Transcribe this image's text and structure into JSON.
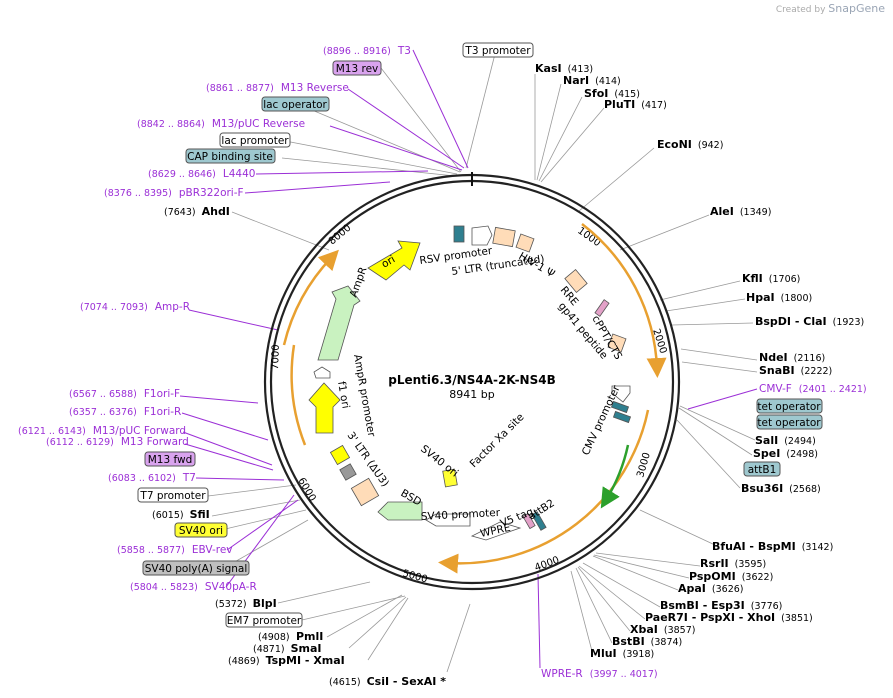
{
  "watermark": {
    "prefix": "Created by",
    "brand": "SnapGene"
  },
  "plasmid": {
    "name": "pLenti6.3/NS4A-2K-NS4B",
    "size": "8941 bp"
  },
  "colors": {
    "backbone": "#222222",
    "purple": "#9b2fd6",
    "enzyme": "#000000",
    "gray_line": "#999999",
    "promoter_fill": "#ffffff",
    "lacop_fill": "#9ec8cf",
    "m13_fill": "#d9a3ee",
    "sv40_fill": "#ffff33",
    "polya_fill": "#bfbfbf",
    "peach": "#ffdcb8",
    "ori_yellow": "#ffff00",
    "ampr_green": "#c9f2c0",
    "orange_arc": "#e8a030",
    "green_arc": "#2ca02c",
    "teal": "#2f7f8f"
  },
  "enzymes": [
    {
      "name": "KasI",
      "pos": "(413)"
    },
    {
      "name": "NarI",
      "pos": "(414)"
    },
    {
      "name": "SfoI",
      "pos": "(415)"
    },
    {
      "name": "PluTI",
      "pos": "(417)"
    },
    {
      "name": "EcoNI",
      "pos": "(942)"
    },
    {
      "name": "AleI",
      "pos": "(1349)"
    },
    {
      "name": "KflI",
      "pos": "(1706)"
    },
    {
      "name": "HpaI",
      "pos": "(1800)"
    },
    {
      "name": "BspDI - ClaI",
      "pos": "(1923)"
    },
    {
      "name": "NdeI",
      "pos": "(2116)"
    },
    {
      "name": "SnaBI",
      "pos": "(2222)"
    },
    {
      "name": "SalI",
      "pos": "(2494)"
    },
    {
      "name": "SpeI",
      "pos": "(2498)"
    },
    {
      "name": "Bsu36I",
      "pos": "(2568)"
    },
    {
      "name": "BfuAI - BspMI",
      "pos": "(3142)"
    },
    {
      "name": "RsrII",
      "pos": "(3595)"
    },
    {
      "name": "PspOMI",
      "pos": "(3622)"
    },
    {
      "name": "ApaI",
      "pos": "(3626)"
    },
    {
      "name": "BsmBI - Esp3I",
      "pos": "(3776)"
    },
    {
      "name": "PaeR7I - PspXI - XhoI",
      "pos": "(3851)"
    },
    {
      "name": "XbaI",
      "pos": "(3857)"
    },
    {
      "name": "BstBI",
      "pos": "(3874)"
    },
    {
      "name": "MluI",
      "pos": "(3918)"
    },
    {
      "name": "CsiI - SexAI *",
      "pos": "(4615)"
    },
    {
      "name": "TspMI - XmaI",
      "pos": "(4869)"
    },
    {
      "name": "SmaI",
      "pos": "(4871)"
    },
    {
      "name": "PmlI",
      "pos": "(4908)"
    },
    {
      "name": "BlpI",
      "pos": "(5372)"
    },
    {
      "name": "SfiI",
      "pos": "(6015)"
    },
    {
      "name": "AhdI",
      "pos": "(7643)"
    }
  ],
  "primers": [
    {
      "name": "T3",
      "range": "(8896 .. 8916)"
    },
    {
      "name": "M13 Reverse",
      "range": "(8861 .. 8877)"
    },
    {
      "name": "M13/pUC Reverse",
      "range": "(8842 .. 8864)"
    },
    {
      "name": "L4440",
      "range": "(8629 .. 8646)"
    },
    {
      "name": "pBR322ori-F",
      "range": "(8376 .. 8395)"
    },
    {
      "name": "Amp-R",
      "range": "(7074 .. 7093)"
    },
    {
      "name": "F1ori-F",
      "range": "(6567 .. 6588)"
    },
    {
      "name": "F1ori-R",
      "range": "(6357 .. 6376)"
    },
    {
      "name": "M13/pUC Forward",
      "range": "(6121 .. 6143)"
    },
    {
      "name": "M13 Forward",
      "range": "(6112 .. 6129)"
    },
    {
      "name": "T7",
      "range": "(6083 .. 6102)"
    },
    {
      "name": "EBV-rev",
      "range": "(5858 .. 5877)"
    },
    {
      "name": "SV40pA-R",
      "range": "(5804 .. 5823)"
    },
    {
      "name": "CMV-F",
      "range": "(2401 .. 2421)"
    },
    {
      "name": "WPRE-R",
      "range": "(3997 .. 4017)"
    }
  ],
  "boxed_features": [
    {
      "name": "T3 promoter"
    },
    {
      "name": "M13 rev"
    },
    {
      "name": "lac operator"
    },
    {
      "name": "lac promoter"
    },
    {
      "name": "CAP binding site"
    },
    {
      "name": "tet operator"
    },
    {
      "name": "tet operator"
    },
    {
      "name": "attB1"
    },
    {
      "name": "M13 fwd"
    },
    {
      "name": "T7 promoter"
    },
    {
      "name": "SV40 ori"
    },
    {
      "name": "SV40 poly(A) signal"
    },
    {
      "name": "EM7 promoter"
    }
  ],
  "ticks": [
    "1000",
    "2000",
    "3000",
    "4000",
    "5000",
    "6000",
    "7000",
    "8000"
  ],
  "inner_features": [
    "RSV promoter",
    "5' LTR (truncated)",
    "HIV-1 Ψ",
    "RRE",
    "gp41 peptide",
    "cPPT/CTS",
    "CMV promoter",
    "V5 tag",
    "attB2",
    "WPRE",
    "SV40 promoter",
    "BSD",
    "3' LTR (ΔU3)",
    "f1 ori",
    "AmpR promoter",
    "AmpR",
    "ori",
    "SV40 ori",
    "Factor Xa site"
  ]
}
